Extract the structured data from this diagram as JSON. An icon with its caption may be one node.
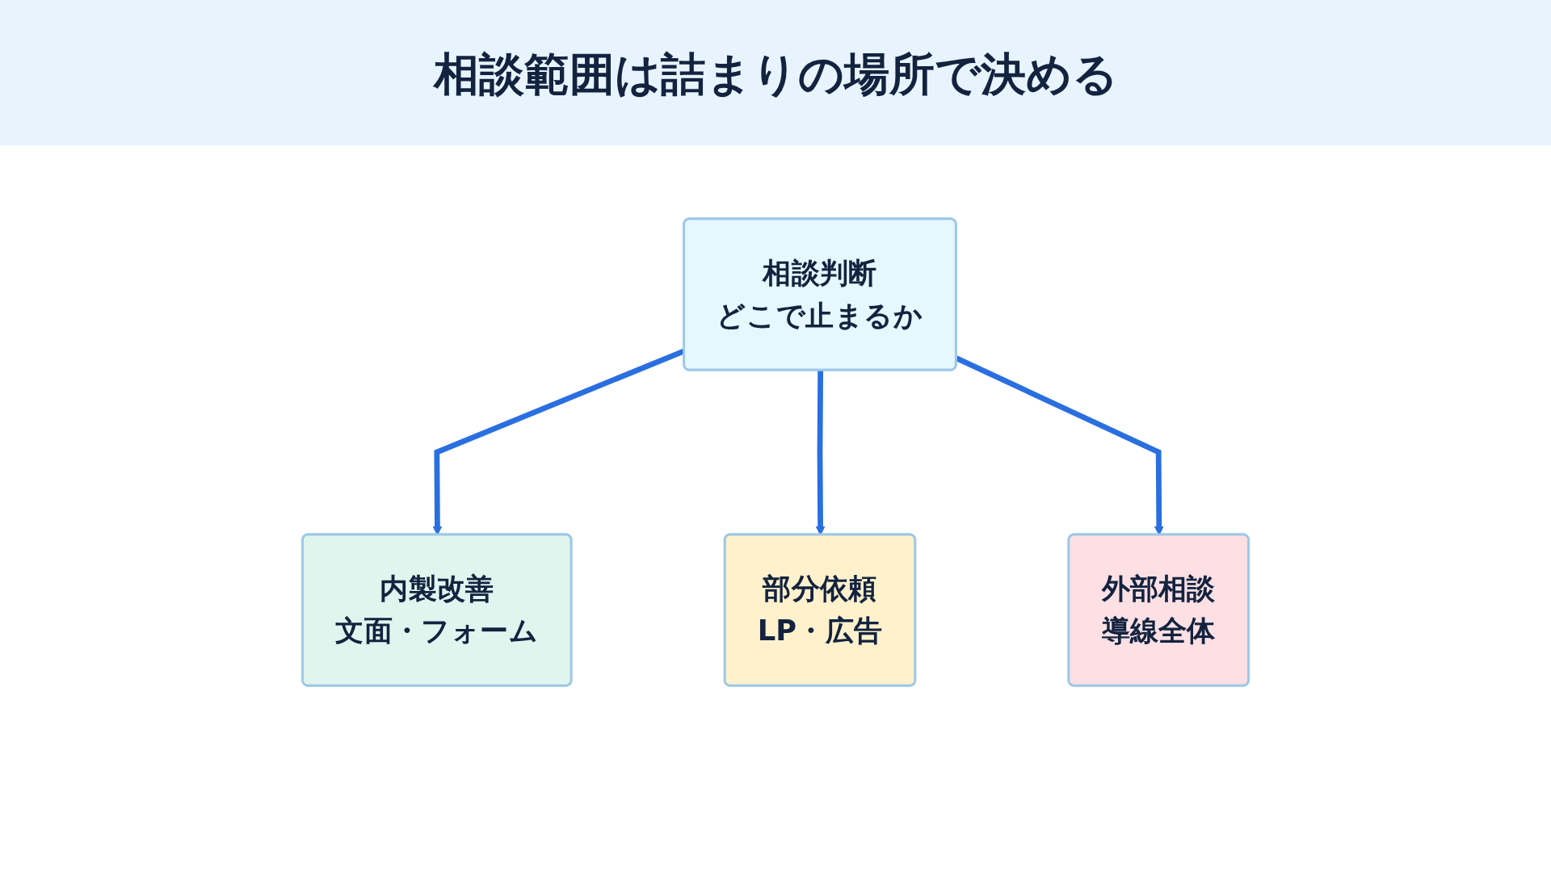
{
  "diagram": {
    "title": "相談範囲は詰まりの場所で決める",
    "nodes": [
      {
        "text": [
          "相談判断",
          "どこで止まるか"
        ]
      },
      {
        "text": [
          "内製改善",
          "文面・フォーム"
        ]
      },
      {
        "text": [
          "部分依頼",
          "LP・広告"
        ]
      },
      {
        "text": [
          "外部相談",
          "導線全体"
        ]
      }
    ],
    "edges": [
      {
        "from": 0,
        "to": 1,
        "arrow": "to"
      },
      {
        "from": 0,
        "to": 2,
        "arrow": "to"
      },
      {
        "from": 0,
        "to": 3,
        "arrow": "to"
      }
    ]
  }
}
